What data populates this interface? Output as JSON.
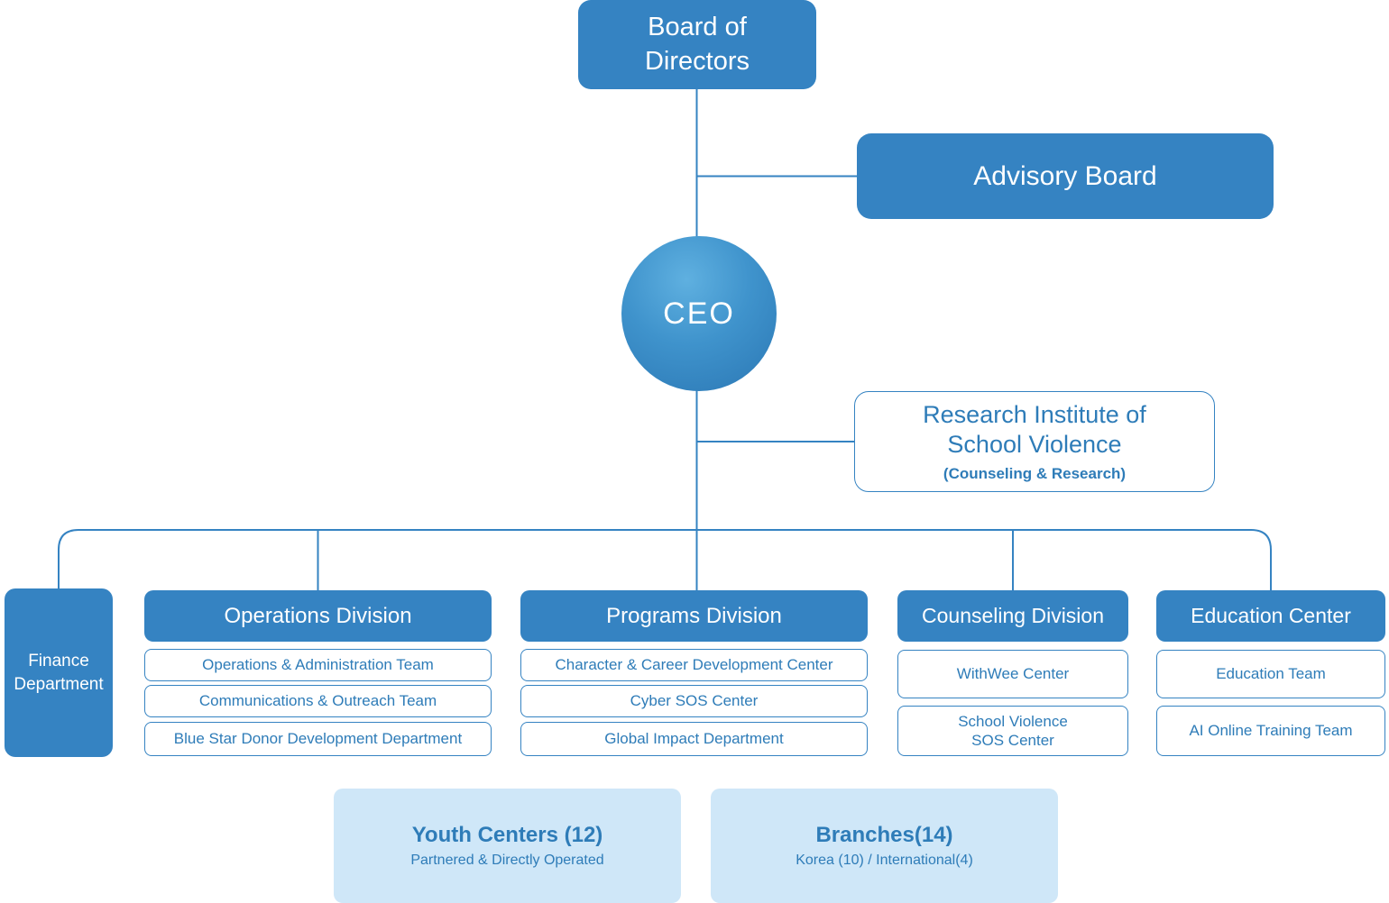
{
  "colors": {
    "primary_blue": "#3583c2",
    "ceo_gradient_light": "#5fb0e0",
    "ceo_gradient_dark": "#2b77b4",
    "light_fill": "#cfe7f8",
    "text_blue": "#2e7cb8",
    "text_white": "#ffffff"
  },
  "nodes": {
    "board": {
      "line1": "Board of",
      "line2": "Directors"
    },
    "advisory": {
      "label": "Advisory Board"
    },
    "ceo": {
      "label": "CEO"
    },
    "research": {
      "line1": "Research Institute of",
      "line2": "School Violence",
      "note": "(Counseling & Research)"
    },
    "finance": {
      "line1": "Finance",
      "line2": "Department"
    },
    "operations": {
      "title": "Operations Division",
      "items": [
        "Operations & Administration Team",
        "Communications & Outreach Team",
        "Blue Star Donor Development Department"
      ]
    },
    "programs": {
      "title": "Programs Division",
      "items": [
        "Character & Career Development Center",
        "Cyber SOS Center",
        "Global Impact Department"
      ]
    },
    "counseling": {
      "title": "Counseling Division",
      "item1": "WithWee Center",
      "item2_line1": "School Violence",
      "item2_line2": "SOS Center"
    },
    "education": {
      "title": "Education Center",
      "items": [
        "Education Team",
        "AI Online Training Team"
      ]
    },
    "youth_centers": {
      "title": "Youth Centers (12)",
      "subtitle": "Partnered & Directly Operated"
    },
    "branches": {
      "title": "Branches(14)",
      "subtitle": "Korea (10) / International(4)"
    }
  }
}
